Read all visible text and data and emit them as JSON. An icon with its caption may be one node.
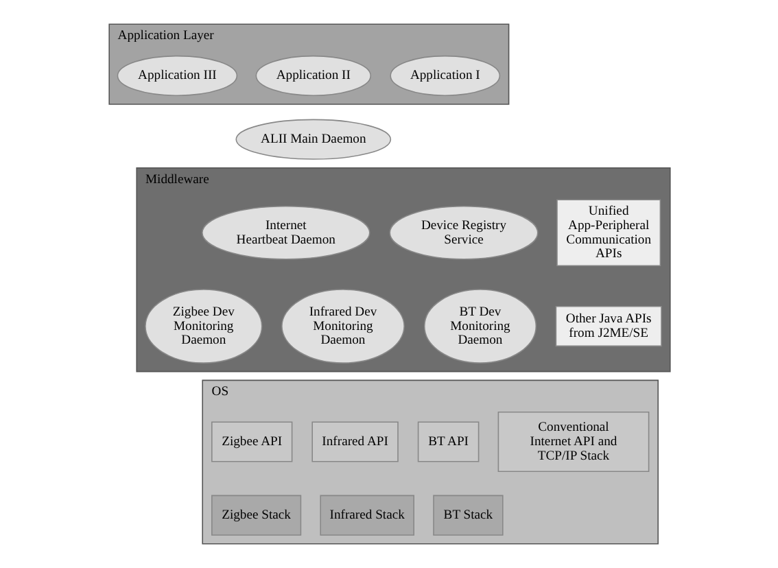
{
  "diagram": {
    "nodes": [
      {
        "text": [
          "Application Layer"
        ]
      },
      {
        "text": [
          "Application I"
        ],
        "in": 0
      },
      {
        "text": [
          "Application II"
        ],
        "in": 0
      },
      {
        "text": [
          "Application III"
        ],
        "in": 0
      },
      {
        "text": [
          "ALII Main Daemon"
        ]
      },
      {
        "text": [
          "Middleware"
        ]
      },
      {
        "text": [
          "Unified App-Peripheral Communication APIs"
        ],
        "in": 5
      },
      {
        "text": [
          "Device Registry Service"
        ],
        "in": 5
      },
      {
        "text": [
          "Internet Heartbeat Daemon"
        ],
        "in": 5
      },
      {
        "text": [
          "Other Java APIs from J2ME/SE"
        ],
        "in": 5
      },
      {
        "text": [
          "BT Dev Monitoring Daemon"
        ],
        "in": 5
      },
      {
        "text": [
          "Zigbee Dev Monitoring Daemon"
        ],
        "in": 5
      },
      {
        "text": [
          "Infrared Dev Monitoring Daemon"
        ],
        "in": 5
      },
      {
        "text": [
          "OS"
        ]
      },
      {
        "text": [
          "Conventional Internet API and TCP/IP Stack"
        ],
        "in": 13
      },
      {
        "text": [
          "BT API"
        ],
        "in": 13
      },
      {
        "text": [
          "BT Stack"
        ],
        "in": 13
      },
      {
        "text": [
          "Zigbee API"
        ],
        "in": 13
      },
      {
        "text": [
          "Zigbee Stack"
        ],
        "in": 13
      },
      {
        "text": [
          "Infrared API"
        ],
        "in": 13
      },
      {
        "text": [
          "Infrared Stack"
        ],
        "in": 13
      }
    ]
  }
}
